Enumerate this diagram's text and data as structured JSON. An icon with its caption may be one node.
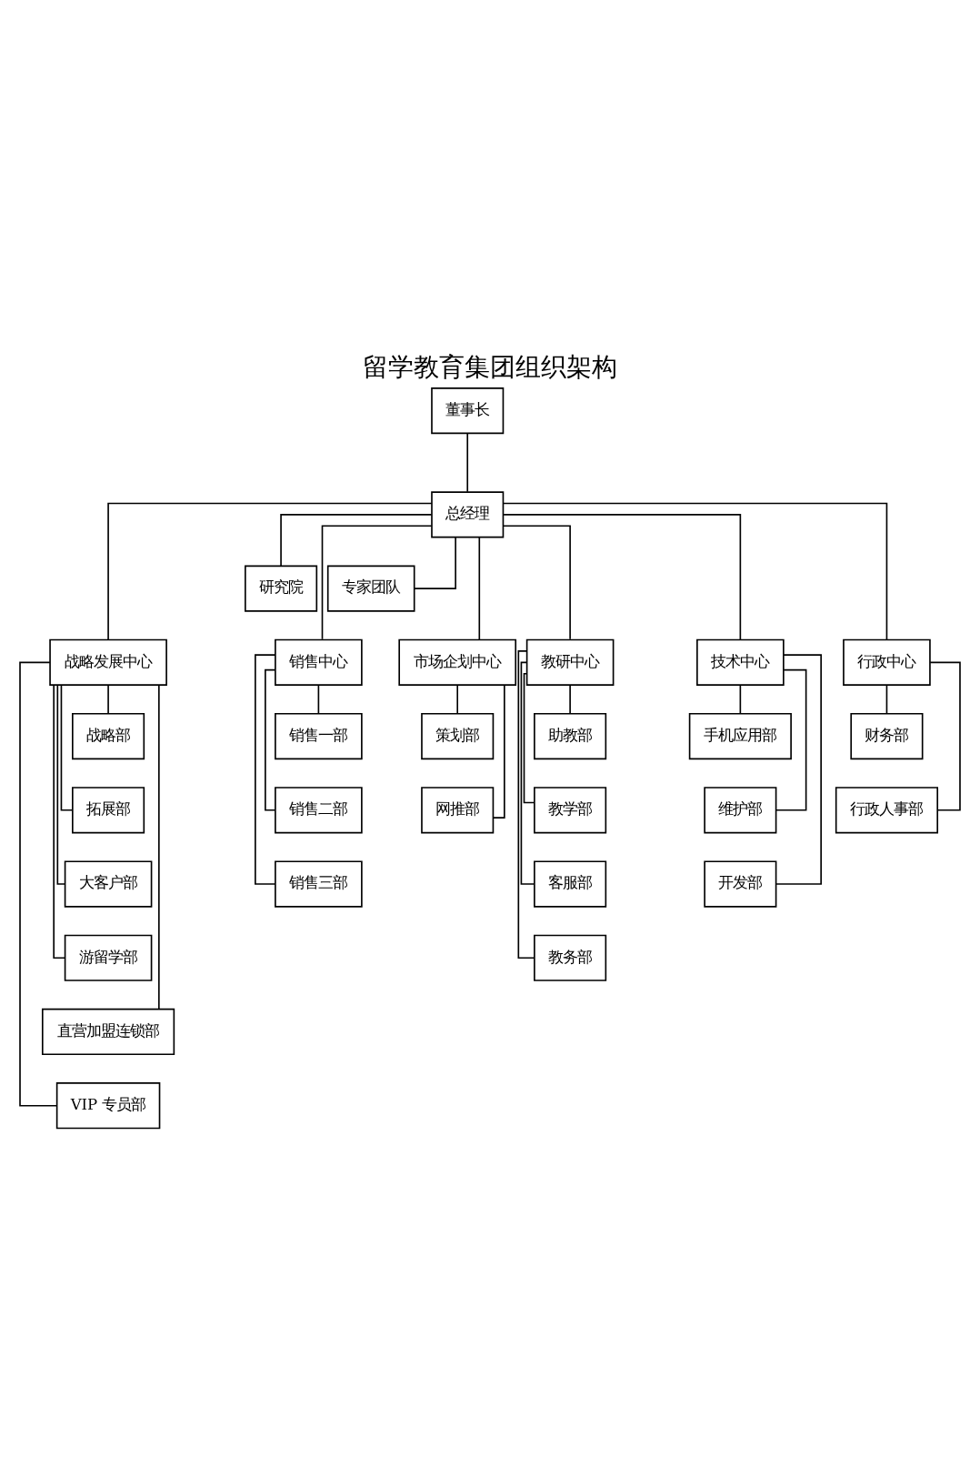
{
  "diagram": {
    "title": "留学教育集团组织架构",
    "nodes": [
      {
        "text": [
          "董事长"
        ]
      },
      {
        "text": [
          "总经理"
        ]
      },
      {
        "text": [
          "研究院"
        ]
      },
      {
        "text": [
          "专家团队"
        ]
      },
      {
        "text": [
          "战略发展中心"
        ]
      },
      {
        "text": [
          "销售中心"
        ]
      },
      {
        "text": [
          "市场企划中心"
        ]
      },
      {
        "text": [
          "教研中心"
        ]
      },
      {
        "text": [
          "技术中心"
        ]
      },
      {
        "text": [
          "行政中心"
        ]
      },
      {
        "text": [
          "战略部"
        ]
      },
      {
        "text": [
          "拓展部"
        ]
      },
      {
        "text": [
          "大客户部"
        ]
      },
      {
        "text": [
          "游留学部"
        ]
      },
      {
        "text": [
          "直营加盟连锁部"
        ]
      },
      {
        "text": [
          "VIP 专员部"
        ]
      },
      {
        "text": [
          "销售一部"
        ]
      },
      {
        "text": [
          "销售二部"
        ]
      },
      {
        "text": [
          "销售三部"
        ]
      },
      {
        "text": [
          "策划部"
        ]
      },
      {
        "text": [
          "网推部"
        ]
      },
      {
        "text": [
          "助教部"
        ]
      },
      {
        "text": [
          "教学部"
        ]
      },
      {
        "text": [
          "客服部"
        ]
      },
      {
        "text": [
          "教务部"
        ]
      },
      {
        "text": [
          "手机应用部"
        ]
      },
      {
        "text": [
          "维护部"
        ]
      },
      {
        "text": [
          "开发部"
        ]
      },
      {
        "text": [
          "财务部"
        ]
      },
      {
        "text": [
          "行政人事部"
        ]
      }
    ],
    "edges": [
      {
        "from": 0,
        "to": 1,
        "arrow": "none"
      },
      {
        "from": 1,
        "to": 2,
        "arrow": "none"
      },
      {
        "from": 1,
        "to": 3,
        "arrow": "none"
      },
      {
        "from": 1,
        "to": 4,
        "arrow": "none"
      },
      {
        "from": 1,
        "to": 5,
        "arrow": "none"
      },
      {
        "from": 1,
        "to": 6,
        "arrow": "none"
      },
      {
        "from": 1,
        "to": 7,
        "arrow": "none"
      },
      {
        "from": 1,
        "to": 8,
        "arrow": "none"
      },
      {
        "from": 1,
        "to": 9,
        "arrow": "none"
      },
      {
        "from": 4,
        "to": 10,
        "arrow": "none"
      },
      {
        "from": 4,
        "to": 11,
        "arrow": "none"
      },
      {
        "from": 4,
        "to": 12,
        "arrow": "none"
      },
      {
        "from": 4,
        "to": 13,
        "arrow": "none"
      },
      {
        "from": 4,
        "to": 14,
        "arrow": "none"
      },
      {
        "from": 4,
        "to": 15,
        "arrow": "none"
      },
      {
        "from": 5,
        "to": 16,
        "arrow": "none"
      },
      {
        "from": 5,
        "to": 17,
        "arrow": "none"
      },
      {
        "from": 5,
        "to": 18,
        "arrow": "none"
      },
      {
        "from": 6,
        "to": 19,
        "arrow": "none"
      },
      {
        "from": 6,
        "to": 20,
        "arrow": "none"
      },
      {
        "from": 7,
        "to": 21,
        "arrow": "none"
      },
      {
        "from": 7,
        "to": 22,
        "arrow": "none"
      },
      {
        "from": 7,
        "to": 23,
        "arrow": "none"
      },
      {
        "from": 7,
        "to": 24,
        "arrow": "none"
      },
      {
        "from": 8,
        "to": 25,
        "arrow": "none"
      },
      {
        "from": 8,
        "to": 26,
        "arrow": "none"
      },
      {
        "from": 8,
        "to": 27,
        "arrow": "none"
      },
      {
        "from": 9,
        "to": 28,
        "arrow": "none"
      },
      {
        "from": 9,
        "to": 29,
        "arrow": "none"
      }
    ]
  }
}
